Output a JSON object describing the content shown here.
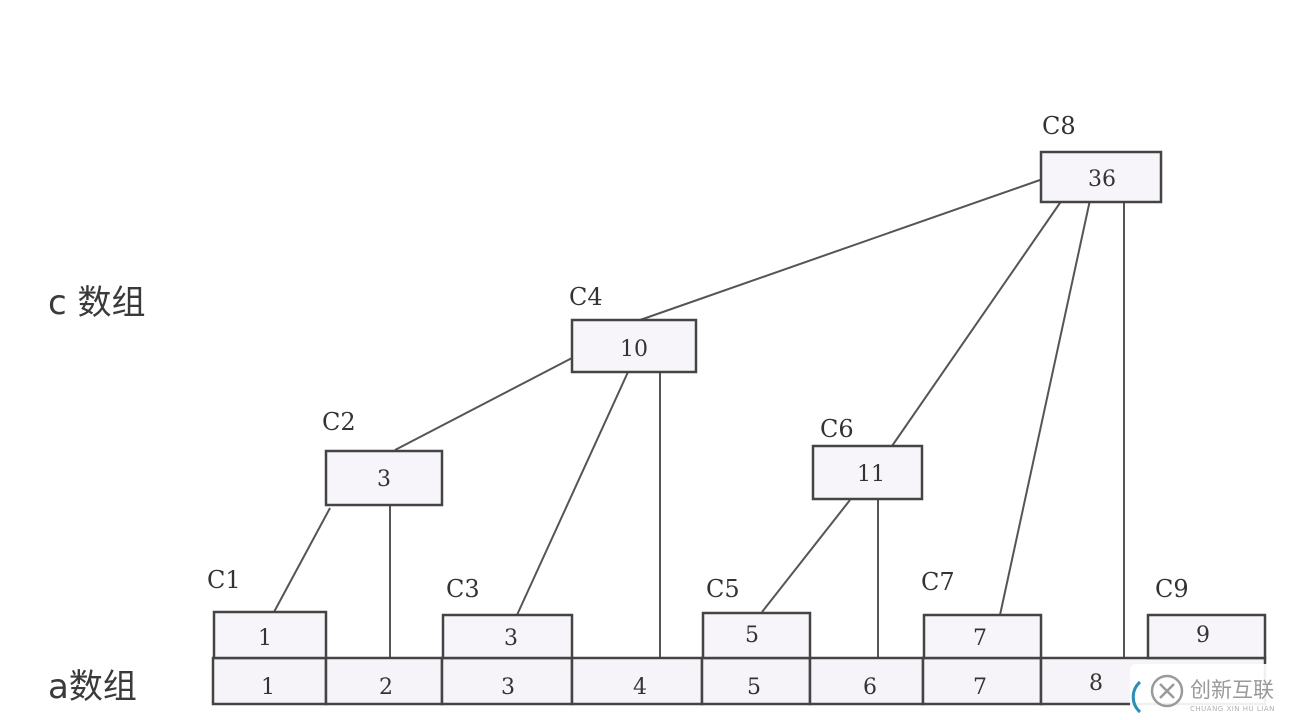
{
  "labels": {
    "c_array": "c 数组",
    "a_array": "a数组"
  },
  "a_array": [
    "1",
    "2",
    "3",
    "4",
    "5",
    "6",
    "7",
    "8"
  ],
  "c_nodes": [
    {
      "id": "c1",
      "name": "C1",
      "value": "1"
    },
    {
      "id": "c2",
      "name": "C2",
      "value": "3"
    },
    {
      "id": "c3",
      "name": "C3",
      "value": "3"
    },
    {
      "id": "c4",
      "name": "C4",
      "value": "10"
    },
    {
      "id": "c5",
      "name": "C5",
      "value": "5"
    },
    {
      "id": "c6",
      "name": "C6",
      "value": "11"
    },
    {
      "id": "c7",
      "name": "C7",
      "value": "7"
    },
    {
      "id": "c8",
      "name": "C8",
      "value": "36"
    },
    {
      "id": "c9",
      "name": "C9",
      "value": "9"
    }
  ],
  "watermark": {
    "text": "创新互联",
    "subtext": "CHUANG XIN HU LIAN"
  }
}
